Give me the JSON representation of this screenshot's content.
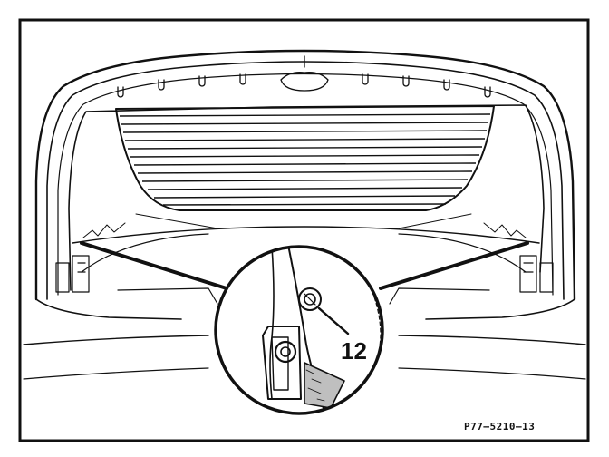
{
  "diagram": {
    "callouts": [
      {
        "id": "12",
        "label": "12"
      }
    ],
    "figure_code": "P77–5210–13",
    "colors": {
      "ink": "#111111",
      "paper": "#ffffff"
    }
  }
}
